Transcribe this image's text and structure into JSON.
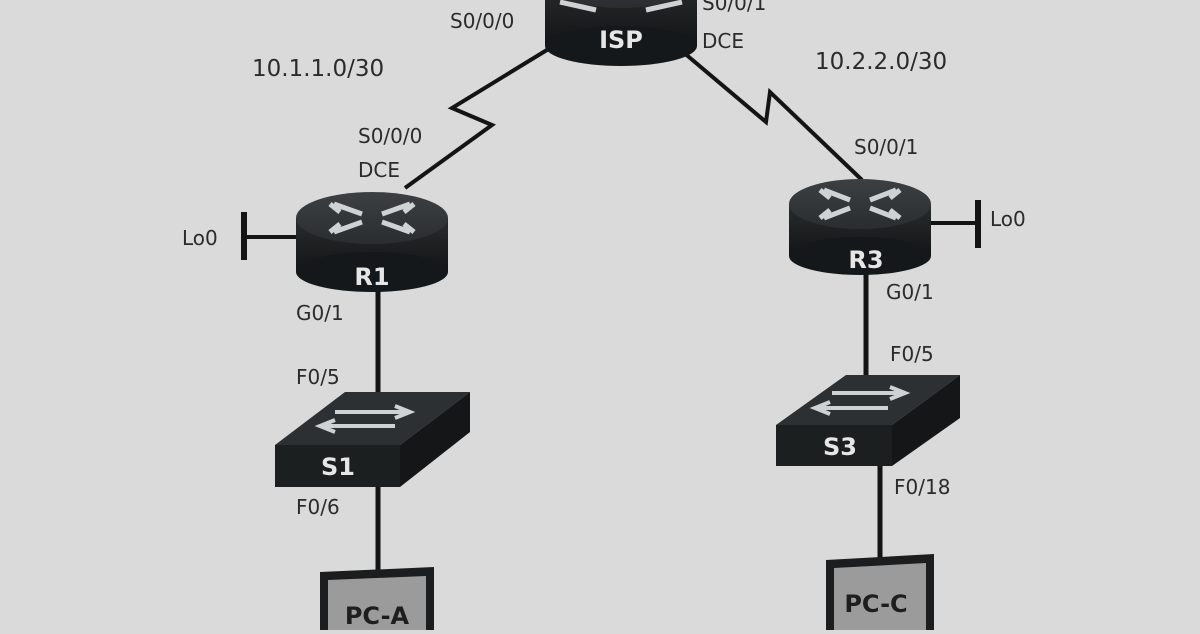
{
  "colors": {
    "background": "#d9dad9",
    "device": "#1f2223",
    "device_label": "#e6e6e6",
    "pc_screen": "#9b9b9b",
    "link": "#141414"
  },
  "networks": {
    "left": "10.1.1.0/30",
    "right": "10.2.2.0/30"
  },
  "devices": {
    "isp": {
      "label": "ISP",
      "icon": "router-icon"
    },
    "r1": {
      "label": "R1",
      "icon": "router-icon"
    },
    "r3": {
      "label": "R3",
      "icon": "router-icon"
    },
    "s1": {
      "label": "S1",
      "icon": "switch-icon"
    },
    "s3": {
      "label": "S3",
      "icon": "switch-icon"
    },
    "pca": {
      "label": "PC-A",
      "icon": "pc-icon"
    },
    "pcc": {
      "label": "PC-C",
      "icon": "pc-icon"
    }
  },
  "interfaces": {
    "isp_s000": "S0/0/0",
    "isp_s001": "S0/0/1",
    "isp_dce": "DCE",
    "r1_s000": "S0/0/0",
    "r1_dce": "DCE",
    "r1_lo0": "Lo0",
    "r1_g01": "G0/1",
    "s1_f05": "F0/5",
    "s1_f06": "F0/6",
    "r3_s001": "S0/0/1",
    "r3_lo0": "Lo0",
    "r3_g01": "G0/1",
    "s3_f05": "F0/5",
    "s3_f018": "F0/18"
  }
}
